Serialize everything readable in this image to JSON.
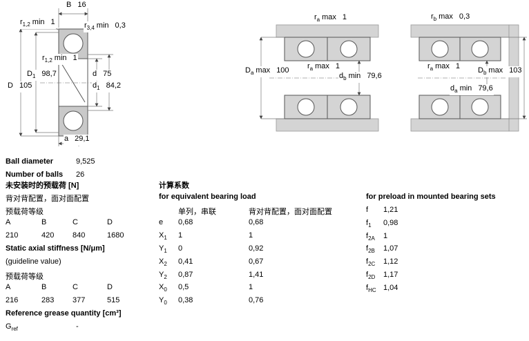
{
  "drawings": {
    "left": {
      "B": {
        "sym": "B",
        "sub": "",
        "mod": "",
        "value": "16"
      },
      "r12_top": {
        "sym": "r",
        "sub": "1,2",
        "mod": "min",
        "value": "1"
      },
      "r34_top": {
        "sym": "r",
        "sub": "3,4",
        "mod": "min",
        "value": "0,3"
      },
      "r12_mid": {
        "sym": "r",
        "sub": "1,2",
        "mod": "min",
        "value": "1"
      },
      "D1": {
        "sym": "D",
        "sub": "1",
        "mod": "",
        "value": "98,7"
      },
      "d": {
        "sym": "d",
        "sub": "",
        "mod": "",
        "value": "75"
      },
      "D": {
        "sym": "D",
        "sub": "",
        "mod": "",
        "value": "105"
      },
      "d1": {
        "sym": "d",
        "sub": "1",
        "mod": "",
        "value": "84,2"
      },
      "a": {
        "sym": "a",
        "sub": "",
        "mod": "",
        "value": "29,1"
      }
    },
    "middle": {
      "ra_top": {
        "sym": "r",
        "sub": "a",
        "mod": "max",
        "value": "1"
      },
      "Da": {
        "sym": "D",
        "sub": "a",
        "mod": "max",
        "value": "100"
      },
      "ra_mid": {
        "sym": "r",
        "sub": "a",
        "mod": "max",
        "value": "1"
      },
      "db": {
        "sym": "d",
        "sub": "b",
        "mod": "min",
        "value": "79,6"
      }
    },
    "right": {
      "rb_top": {
        "sym": "r",
        "sub": "b",
        "mod": "max",
        "value": "0,3"
      },
      "ra_mid": {
        "sym": "r",
        "sub": "a",
        "mod": "max",
        "value": "1"
      },
      "Db": {
        "sym": "D",
        "sub": "b",
        "mod": "max",
        "value": "103"
      },
      "da": {
        "sym": "d",
        "sub": "a",
        "mod": "min",
        "value": "79,6"
      }
    }
  },
  "summary": {
    "ball_diameter_label": "Ball diameter",
    "ball_diameter_value": "9,525",
    "number_of_balls_label": "Number of balls",
    "number_of_balls_value": "26"
  },
  "preload": {
    "title": "未安装时的预载荷 [N]",
    "subtitle": "背对背配置，面对面配置",
    "class_label": "预载荷等级",
    "headers": [
      "A",
      "B",
      "C",
      "D"
    ],
    "values": [
      "210",
      "420",
      "840",
      "1680"
    ],
    "stiffness_title": "Static axial stiffness [N/μm]",
    "stiffness_note": "(guideline value)",
    "stiffness_class_label": "预载荷等级",
    "stiffness_headers": [
      "A",
      "B",
      "C",
      "D"
    ],
    "stiffness_values": [
      "216",
      "283",
      "377",
      "515"
    ],
    "grease_title": "Reference grease quantity [cm³]",
    "grease": {
      "sym": "G",
      "sub": "ref",
      "value": "-"
    }
  },
  "calc": {
    "title": "计算系数",
    "subtitle": "for equivalent bearing load",
    "col1_header": "单列，串联",
    "col2_header": "背对背配置，面对面配置",
    "rows": [
      {
        "sym": "e",
        "sub": "",
        "v1": "0,68",
        "v2": "0,68"
      },
      {
        "sym": "X",
        "sub": "1",
        "v1": "1",
        "v2": "1"
      },
      {
        "sym": "Y",
        "sub": "1",
        "v1": "0",
        "v2": "0,92"
      },
      {
        "sym": "X",
        "sub": "2",
        "v1": "0,41",
        "v2": "0,67"
      },
      {
        "sym": "Y",
        "sub": "2",
        "v1": "0,87",
        "v2": "1,41"
      },
      {
        "sym": "X",
        "sub": "0",
        "v1": "0,5",
        "v2": "1"
      },
      {
        "sym": "Y",
        "sub": "0",
        "v1": "0,38",
        "v2": "0,76"
      }
    ]
  },
  "factors": {
    "title": "for preload in mounted bearing sets",
    "rows": [
      {
        "sym": "f",
        "sub": "",
        "value": "1,21"
      },
      {
        "sym": "f",
        "sub": "1",
        "value": "0,98"
      },
      {
        "sym": "f",
        "sub": "2A",
        "value": "1"
      },
      {
        "sym": "f",
        "sub": "2B",
        "value": "1,07"
      },
      {
        "sym": "f",
        "sub": "2C",
        "value": "1,12"
      },
      {
        "sym": "f",
        "sub": "2D",
        "value": "1,17"
      },
      {
        "sym": "f",
        "sub": "HC",
        "value": "1,04"
      }
    ]
  },
  "colors": {
    "steel_grey": "#d4d4d4",
    "race_grey": "#c9c9c9",
    "line": "#555555"
  }
}
